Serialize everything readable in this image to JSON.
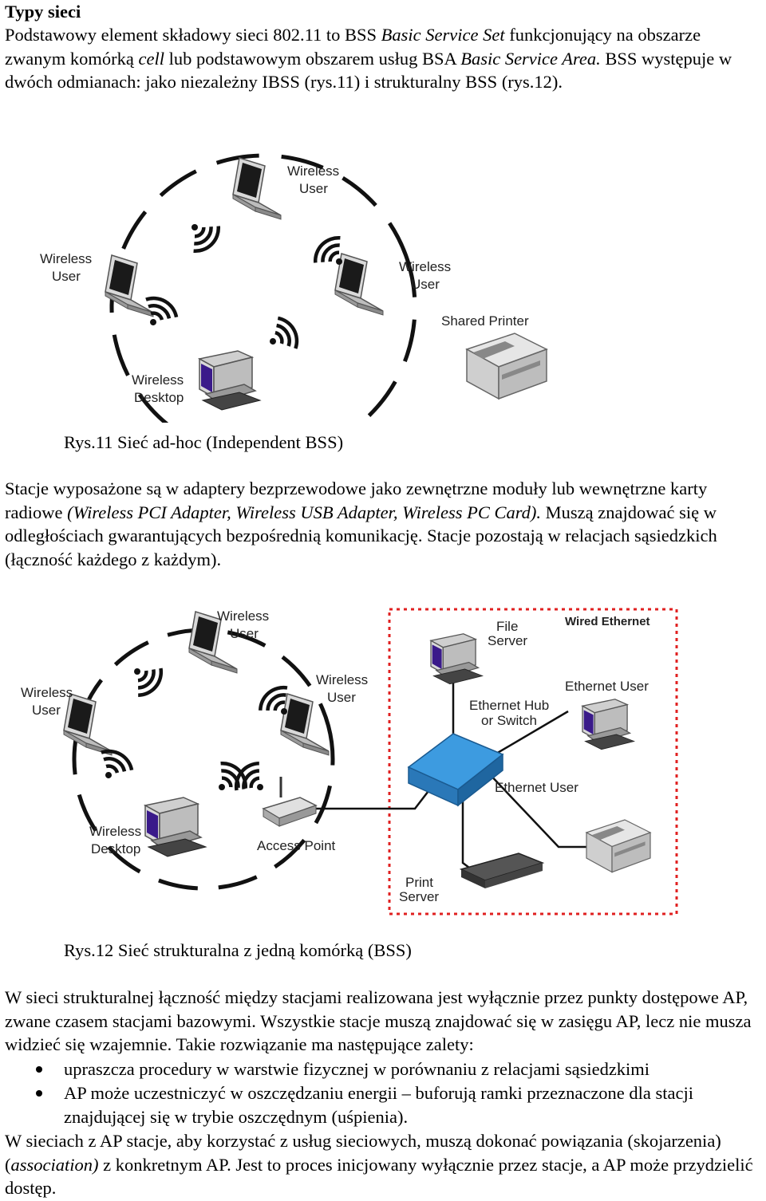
{
  "heading": "Typy sieci",
  "intro": {
    "t1": "Podstawowy element składowy sieci 802.11 to BSS ",
    "i1": "Basic Service Set",
    "t2": " funkcjonujący na obszarze zwanym komórką ",
    "i2": "cell",
    "t3": " lub podstawowym obszarem usług BSA ",
    "i3": "Basic Service Area.",
    "t4": " BSS występuje w dwóch odmianach: jako niezależny IBSS (rys.11) i strukturalny BSS (rys.12)."
  },
  "fig11": {
    "labels": {
      "wireless_user": [
        "Wireless",
        "User"
      ],
      "wireless_desktop": [
        "Wireless",
        "Desktop"
      ],
      "shared_printer": "Shared Printer"
    },
    "caption": "Rys.11 Sieć ad-hoc (Independent BSS)"
  },
  "para2": {
    "t1": "Stacje wyposażone są w adaptery bezprzewodowe jako zewnętrzne moduły lub wewnętrzne karty radiowe ",
    "i1": "(Wireless PCI Adapter, Wireless USB Adapter, Wireless PC Card).",
    "t2": " Muszą znajdować się w odległościach gwarantujących bezpośrednią komunikację. Stacje pozostają w relacjach sąsiedzkich (łączność każdego z każdym)."
  },
  "fig12": {
    "labels": {
      "wireless_user": [
        "Wireless",
        "User"
      ],
      "wireless_desktop": [
        "Wireless",
        "Desktop"
      ],
      "access_point": "Access Point",
      "file_server": [
        "File",
        "Server"
      ],
      "wired_ethernet": "Wired Ethernet",
      "ethernet_user": "Ethernet User",
      "hub": [
        "Ethernet Hub",
        "or Switch"
      ],
      "print_server": [
        "Print",
        "Server"
      ]
    },
    "caption": "Rys.12 Sieć strukturalna z jedną komórką (BSS)"
  },
  "para3": "W sieci strukturalnej łączność między stacjami realizowana jest wyłącznie przez punkty dostępowe AP, zwane czasem stacjami bazowymi. Wszystkie stacje muszą znajdować się w zasięgu AP, lecz nie musza widzieć się wzajemnie. Takie rozwiązanie ma następujące zalety:",
  "bullets": [
    "upraszcza procedury w warstwie fizycznej w porównaniu z relacjami sąsiedzkimi",
    "AP może uczestniczyć w oszczędzaniu energii – buforują ramki przeznaczone dla stacji znajdującej się w trybie oszczędnym (uśpienia)."
  ],
  "para4": {
    "t1": "W sieciach z AP stacje, aby korzystać z usług sieciowych, muszą dokonać powiązania (skojarzenia) (",
    "i1": "association)",
    "t2": " z konkretnym AP. Jest to proces inicjowany wyłącznie przez stacje, a AP może przydzielić dostęp."
  },
  "colors": {
    "screen": "#3a1a8a",
    "hub": "#3d9be0",
    "boundary": "#e02020"
  }
}
